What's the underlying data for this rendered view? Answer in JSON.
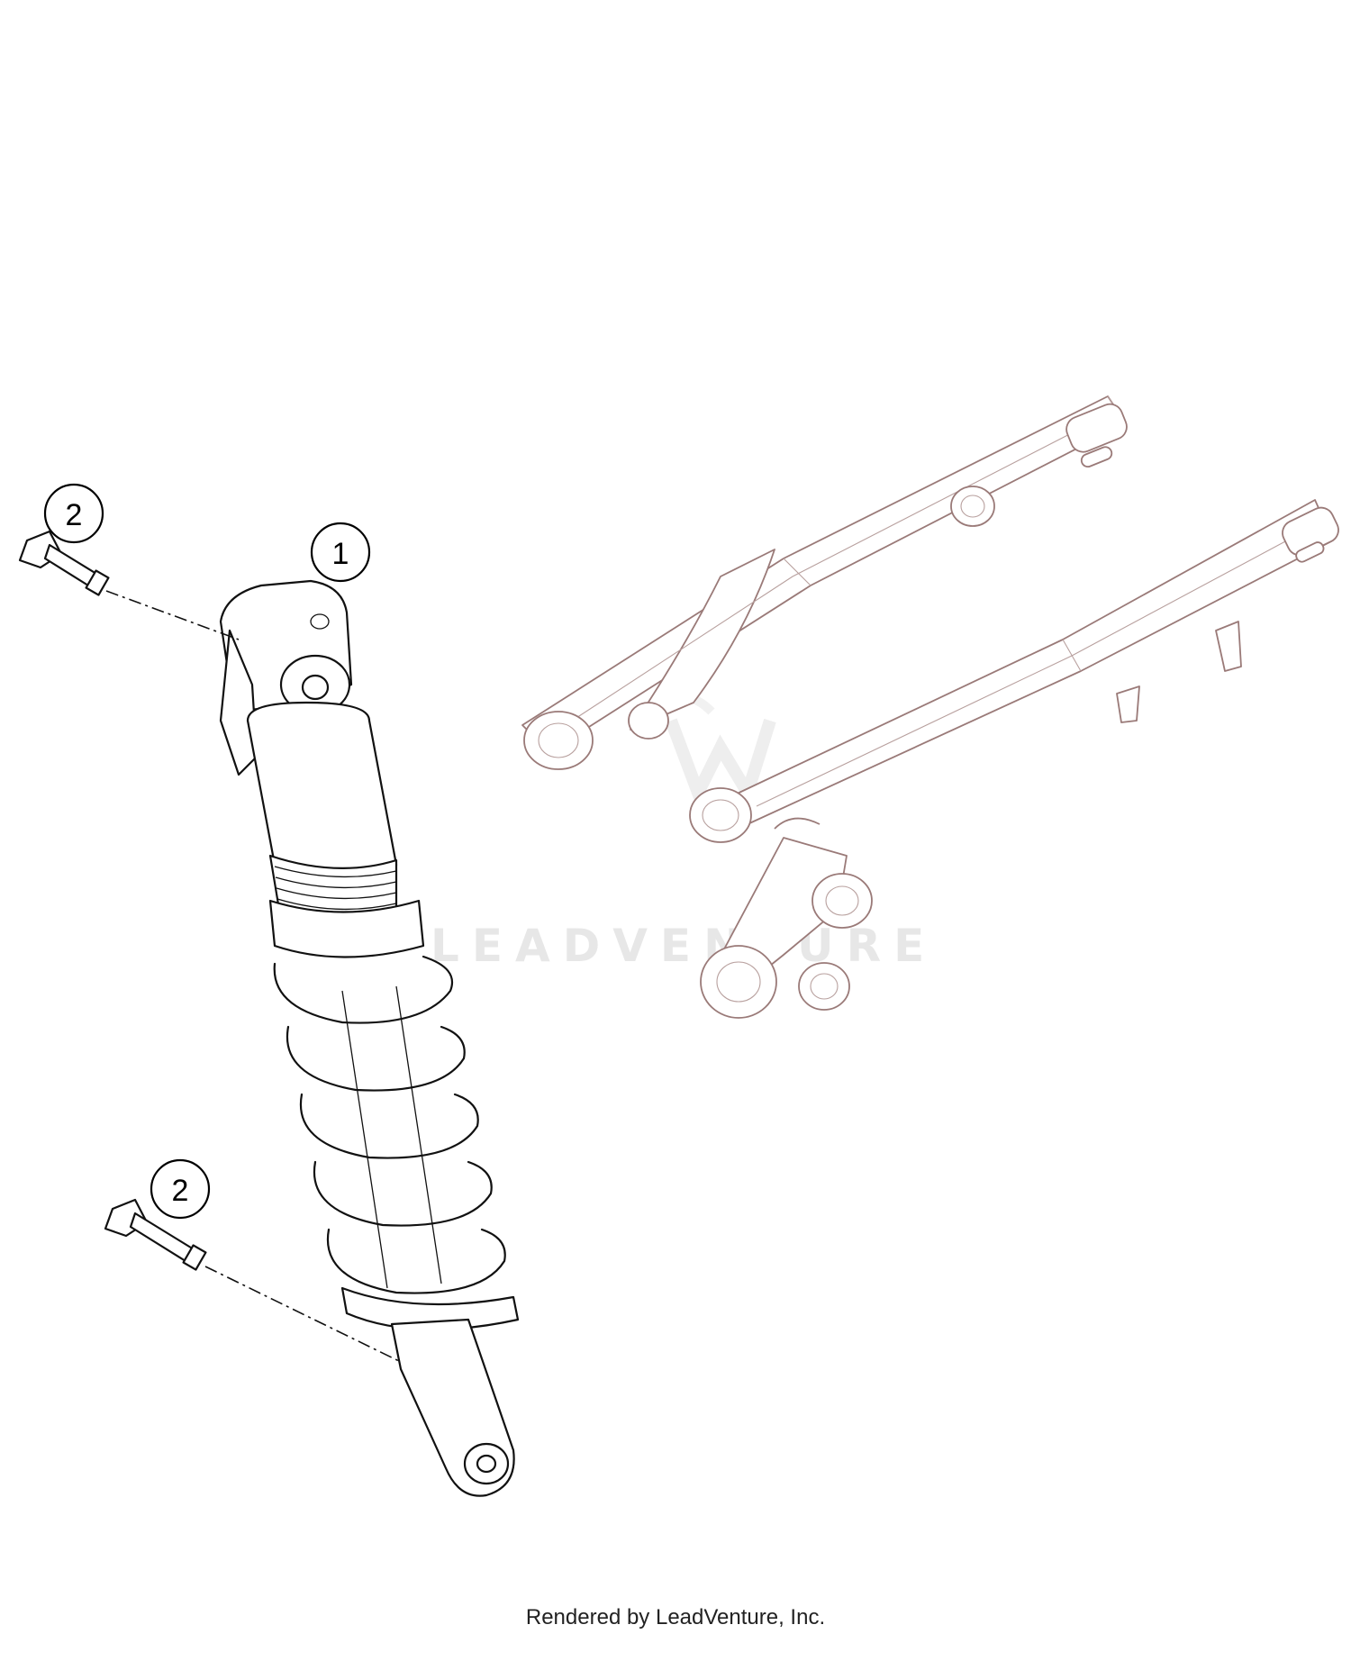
{
  "callouts": [
    {
      "id": "callout-1",
      "label": "1"
    },
    {
      "id": "callout-2-top",
      "label": "2"
    },
    {
      "id": "callout-2-bottom",
      "label": "2"
    }
  ],
  "watermark": "LEADVENTURE",
  "footer": "Rendered by LeadVenture, Inc.",
  "colors": {
    "primary_line": "#111111",
    "context_line": "#9a7a78",
    "watermark": "#e7e7e7"
  }
}
